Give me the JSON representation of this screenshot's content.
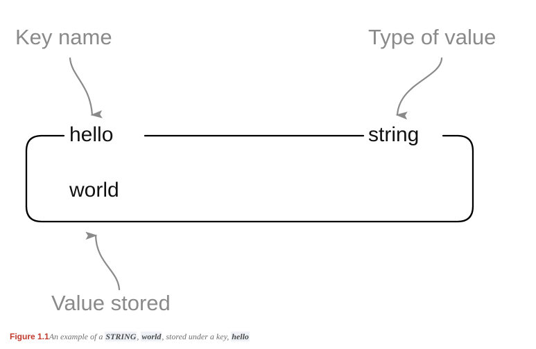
{
  "figure": {
    "annotations": {
      "key_name": "Key name",
      "type_of_value": "Type of value",
      "value_stored": "Value stored"
    },
    "box": {
      "key": "hello",
      "type": "string",
      "value": "world"
    },
    "caption": {
      "figure_number": "Figure 1.1",
      "part1": "An example of a ",
      "code1": "STRING",
      "part2": ", ",
      "code2": "world",
      "part3": ", stored under a key, ",
      "code3": "hello"
    },
    "colors": {
      "annotation_gray": "#8a8a8a",
      "box_stroke": "#000000",
      "arrow_gray": "#8a8a8a",
      "figure_number_red": "#c0392b",
      "code_highlight": "#eef2f7"
    }
  }
}
